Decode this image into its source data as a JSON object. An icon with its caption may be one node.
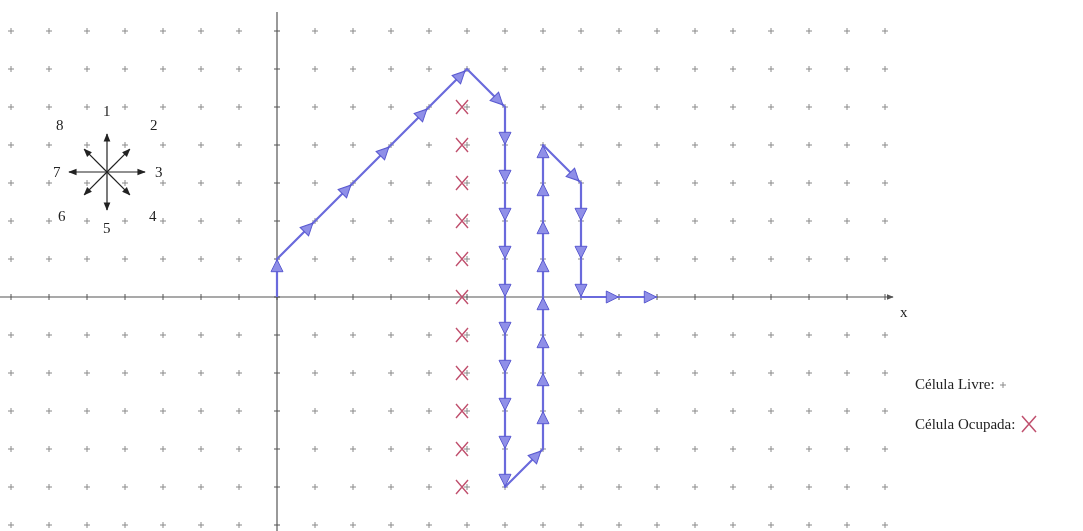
{
  "diagram": {
    "labels": [
      "1",
      "2",
      "3",
      "4",
      "5",
      "6",
      "7",
      "8",
      "x"
    ],
    "legend": [
      {
        "text": "Célula Livre:"
      },
      {
        "text": "Célula Ocupada:"
      }
    ]
  }
}
